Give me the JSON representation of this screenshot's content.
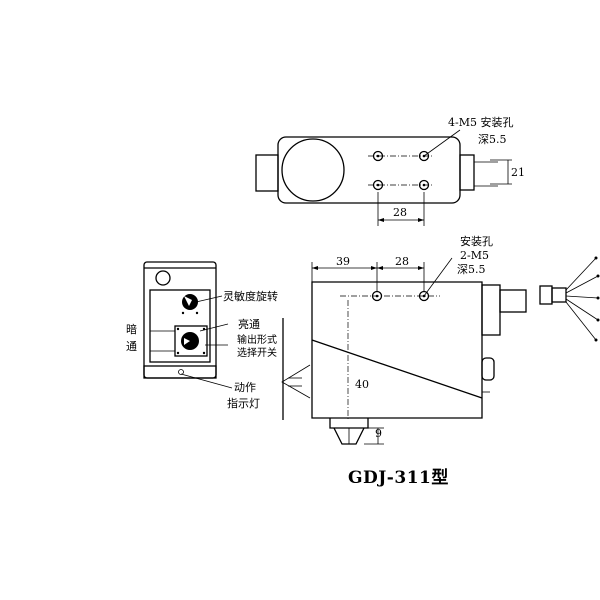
{
  "top_view": {
    "hole_label": "4-M5 安装孔",
    "depth_label": "深5.5",
    "dim_width": "28",
    "dim_height": "21"
  },
  "front_view": {
    "sensitivity_label": "灵敏度旋转",
    "light_on_label": "亮通",
    "dark_on_label_1": "暗",
    "dark_on_label_2": "通",
    "output_mode_label_1": "输出形式",
    "output_mode_label_2": "选择开关",
    "action_label_1": "动作",
    "action_label_2": "指示灯"
  },
  "side_view": {
    "hole_label_1": "安装孔",
    "hole_label_2": "2-M5",
    "depth_label": "深5.5",
    "dim_a": "39",
    "dim_b": "28",
    "dim_height": "40",
    "dim_lens": "9"
  },
  "model_label": "GDJ-311型"
}
